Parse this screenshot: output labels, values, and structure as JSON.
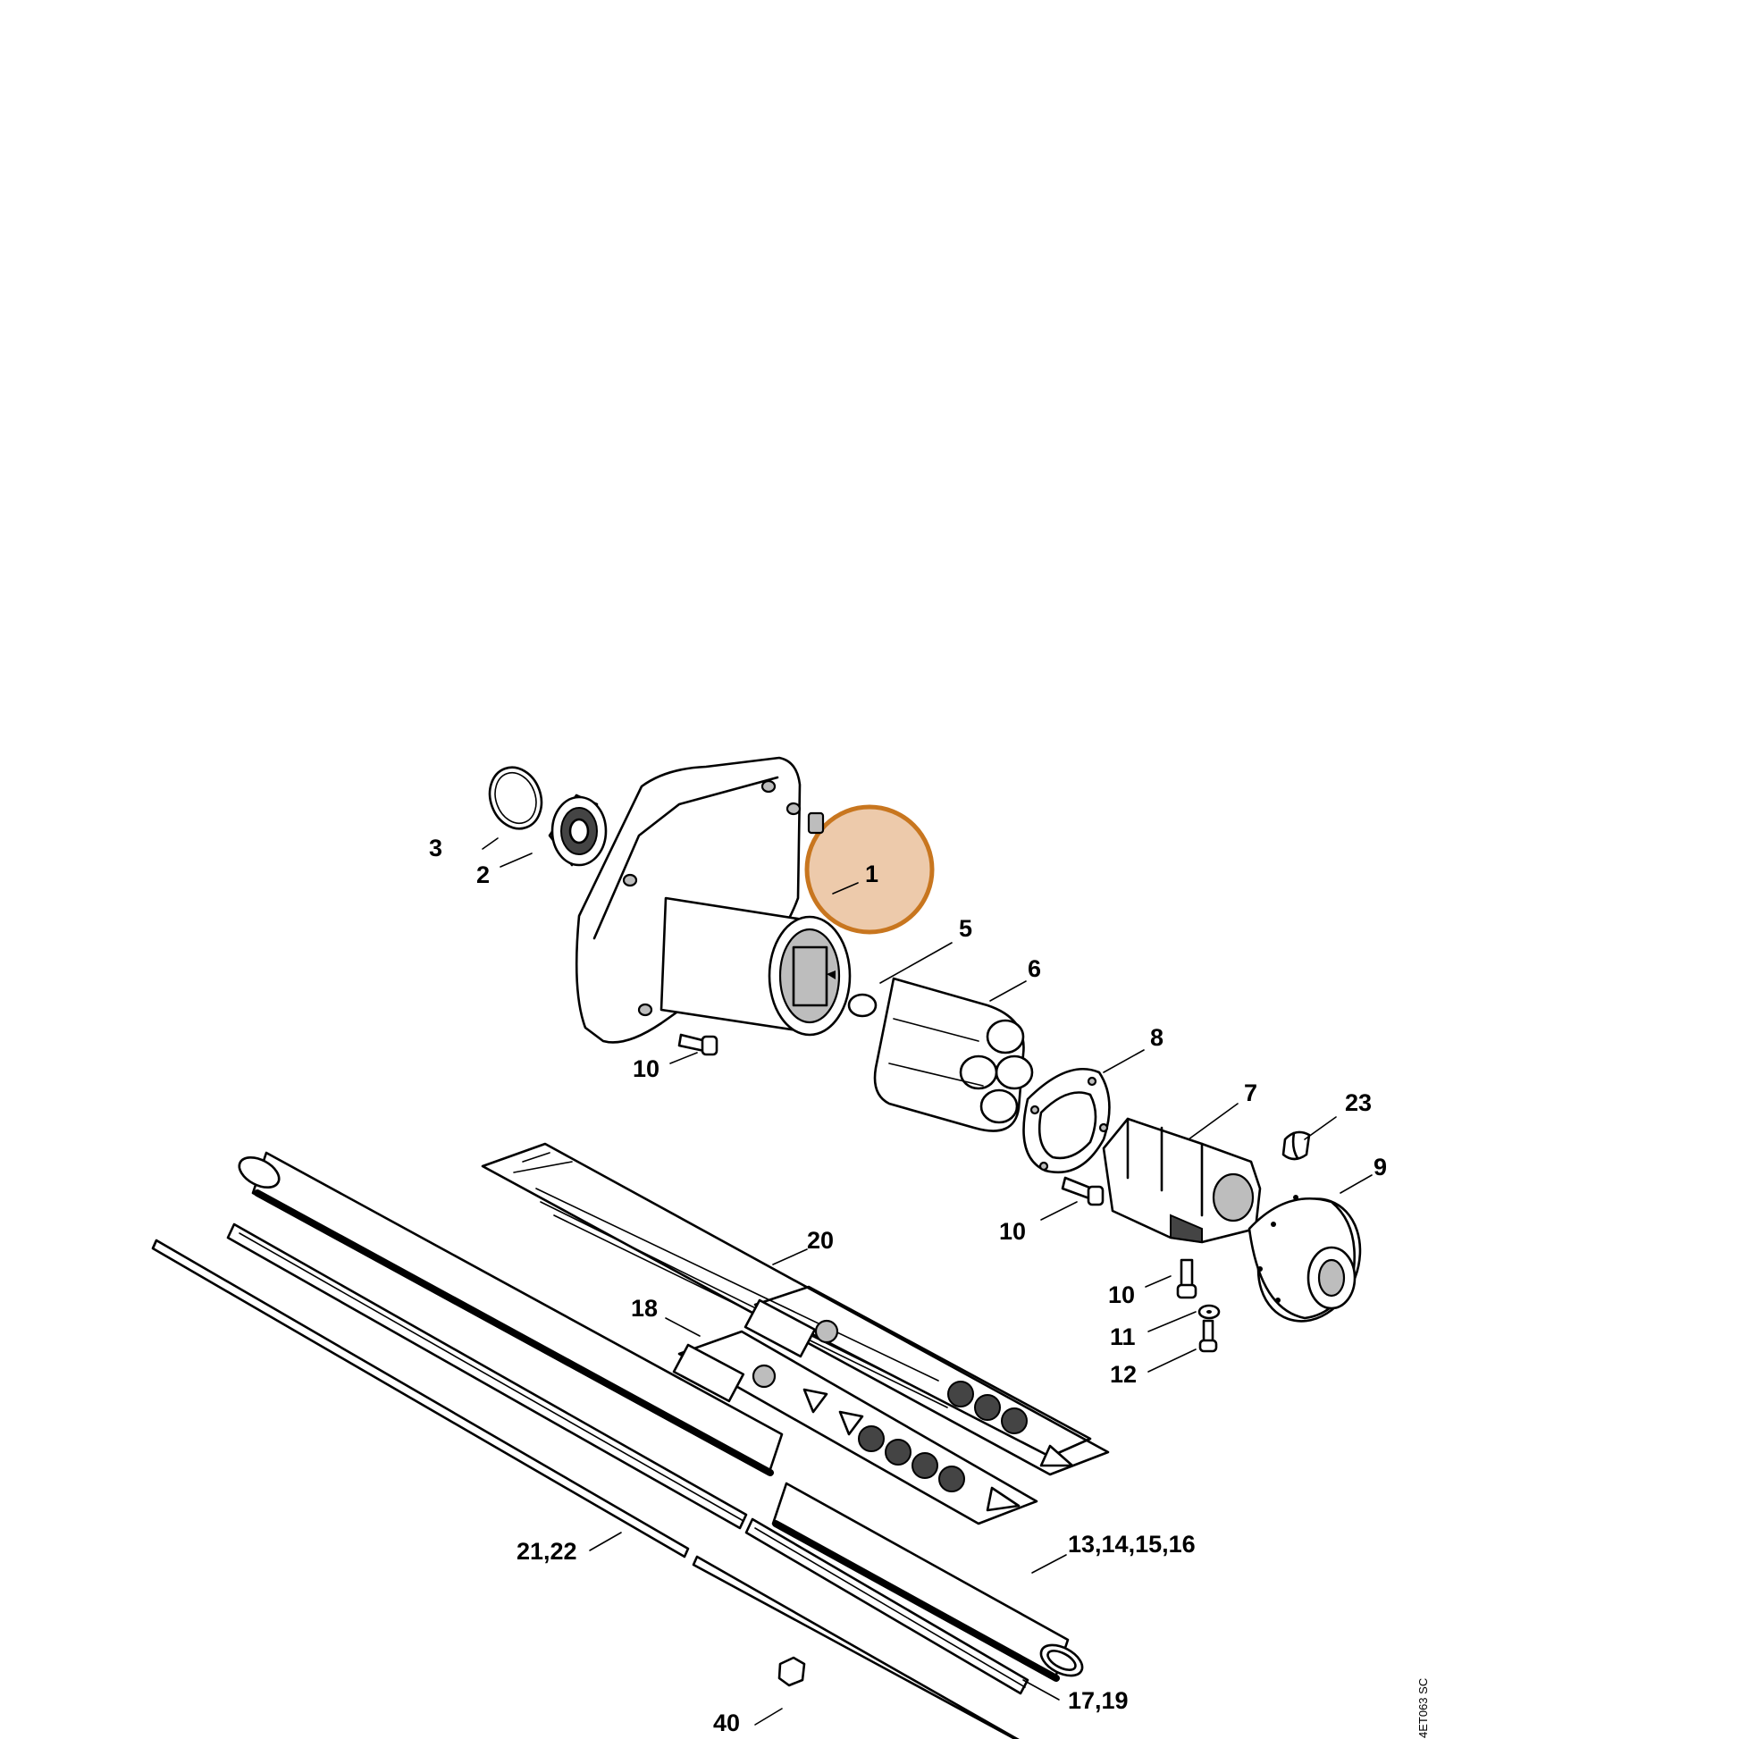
{
  "diagram": {
    "callouts": [
      {
        "id": "c1",
        "text": "1",
        "highlighted": true
      },
      {
        "id": "c2",
        "text": "2"
      },
      {
        "id": "c3",
        "text": "3"
      },
      {
        "id": "c5",
        "text": "5"
      },
      {
        "id": "c6",
        "text": "6"
      },
      {
        "id": "c7",
        "text": "7"
      },
      {
        "id": "c8",
        "text": "8"
      },
      {
        "id": "c9",
        "text": "9"
      },
      {
        "id": "c10a",
        "text": "10"
      },
      {
        "id": "c10b",
        "text": "10"
      },
      {
        "id": "c10c",
        "text": "10"
      },
      {
        "id": "c11",
        "text": "11"
      },
      {
        "id": "c12",
        "text": "12"
      },
      {
        "id": "c13",
        "text": "13,14,15,16"
      },
      {
        "id": "c17",
        "text": "17,19"
      },
      {
        "id": "c18",
        "text": "18"
      },
      {
        "id": "c20",
        "text": "20"
      },
      {
        "id": "c21",
        "text": "21,22"
      },
      {
        "id": "c23",
        "text": "23"
      },
      {
        "id": "c40",
        "text": "40"
      }
    ],
    "drawing_code": "4ET063 SC",
    "highlight_color": "#e6b58a",
    "highlight_stroke": "#c8761f"
  }
}
